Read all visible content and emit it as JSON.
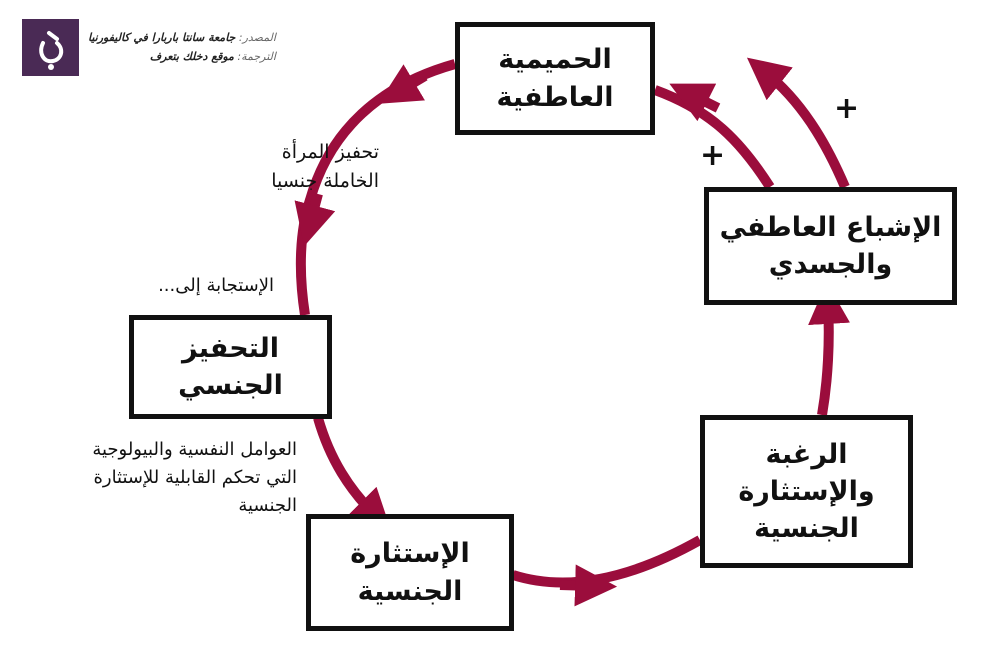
{
  "credits": {
    "source_label": "المصدر:",
    "source_value": "جامعة سانتا باربارا في كاليفورنيا",
    "translation_label": "الترجمة:",
    "translation_value": "موقع دخلك بتعرف"
  },
  "nodes": {
    "emotional_intimacy": [
      "الحميمية",
      "العاطفية"
    ],
    "emotional_physical_satisfaction": [
      "الإشباع العاطفي",
      "والجسدي"
    ],
    "desire_arousal": [
      "الرغبة",
      "والإستثارة",
      "الجنسية"
    ],
    "sexual_arousal": [
      "الإستثارة",
      "الجنسية"
    ],
    "sexual_stimulation": [
      "التحفيز",
      "الجنسي"
    ]
  },
  "notes": {
    "motivation": [
      "تحفيز المرأة",
      "الخاملة جنسيا"
    ],
    "response": "الإستجابة إلى...",
    "factors": [
      "العوامل النفسية والبيولوجية",
      "التي تحكم القابلية للإستثارة",
      "الجنسية"
    ]
  },
  "plus_signs": [
    "+",
    "+"
  ],
  "colors": {
    "arrow": "#9b0d3c",
    "box_border": "#111111",
    "logo_bg": "#4a2a55"
  },
  "icons": {
    "logo": "brand-logo-icon"
  }
}
